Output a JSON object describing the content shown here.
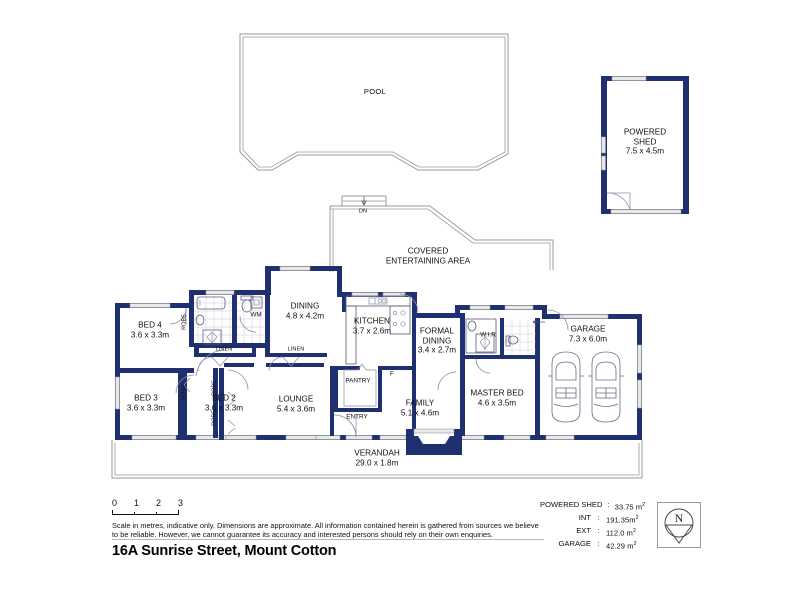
{
  "document": {
    "title": "16A Sunrise Street, Mount Cotton",
    "disclaimer": "Scale in metres, indicative only. Dimensions are approximate. All information contained herein is gathered from sources we believe to be reliable. However, we cannot guarantee its accuracy and interested persons should rely on their own enquiries.",
    "wall_color": "#1f3070",
    "outline_color": "#9a9a9a"
  },
  "scale_bar": {
    "ticks": [
      "0",
      "1",
      "2",
      "3"
    ],
    "unit": "metres"
  },
  "compass": {
    "north_label": "N"
  },
  "areas": {
    "separator": ":",
    "rows": [
      {
        "label": "POWERED SHED",
        "value": "33.75 m",
        "unit": "2"
      },
      {
        "label": "INT",
        "value": "191.35m",
        "unit": "2"
      },
      {
        "label": "EXT",
        "value": "112.0 m",
        "unit": "2"
      },
      {
        "label": "GARAGE",
        "value": "42.29 m",
        "unit": "2"
      }
    ]
  },
  "rooms": {
    "pool": {
      "name": "POOL",
      "dims": ""
    },
    "shed": {
      "name": "POWERED\nSHED",
      "name1": "POWERED",
      "name2": "SHED",
      "dims": "7.5 x 4.5m"
    },
    "entertain": {
      "name1": "COVERED",
      "name2": "ENTERTAINING AREA",
      "dims": ""
    },
    "dn": {
      "name": "DN"
    },
    "bed4": {
      "name": "BED 4",
      "dims": "3.6 x 3.3m"
    },
    "bed3": {
      "name": "BED 3",
      "dims": "3.6 x 3.3m"
    },
    "bed2": {
      "name": "BED 2",
      "dims": "3.6 x 3.3m"
    },
    "dining": {
      "name": "DINING",
      "dims": "4.8 x 4.2m"
    },
    "kitchen": {
      "name": "KITCHEN",
      "dims": "3.7 x 2.6m"
    },
    "formal": {
      "name1": "FORMAL",
      "name2": "DINING",
      "dims": "3.4 x 2.7m"
    },
    "lounge": {
      "name": "LOUNGE",
      "dims": "5.4 x 3.6m"
    },
    "family": {
      "name": "FAMILY",
      "dims": "5.1 x 4.6m"
    },
    "master": {
      "name": "MASTER BED",
      "dims": "4.6 x 3.5m"
    },
    "garage": {
      "name": "GARAGE",
      "dims": "7.3 x 6.0m"
    },
    "verandah": {
      "name": "VERANDAH",
      "dims": "29.0 x 1.8m"
    },
    "entry": {
      "name": "ENTRY"
    },
    "pantry": {
      "name": "PANTRY"
    },
    "wir": {
      "name": "W.I.R"
    },
    "fridge": {
      "name": "F"
    },
    "wm": {
      "name": "WM"
    },
    "linen1": {
      "name": "LINEN"
    },
    "linen2": {
      "name": "LINEN"
    },
    "robe1": {
      "name": "ROBE"
    },
    "robe2": {
      "name": "ROBE"
    },
    "robe3": {
      "name": "ROBE"
    },
    "robe4": {
      "name": "ROBE"
    }
  }
}
